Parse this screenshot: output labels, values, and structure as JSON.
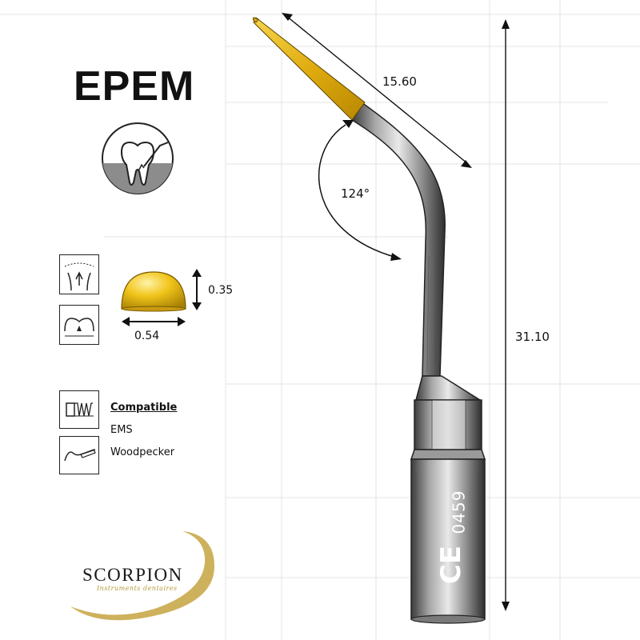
{
  "title": "EPEM",
  "dimensions": {
    "length_tip": "15.60",
    "angle": "124°",
    "total_length": "31.10",
    "tip_height": "0.35",
    "tip_width": "0.54"
  },
  "compatibility": {
    "heading": "Compatible",
    "items": [
      "EMS",
      "Woodpecker"
    ]
  },
  "engraving": {
    "part_number": "0459",
    "mark": "CE"
  },
  "brand": {
    "name": "SCORPION",
    "tagline": "Instruments dentaires"
  },
  "icons": {
    "application": "tooth-root-canal-icon",
    "tip_shape_top": "tip-side-view-icon",
    "tip_shape_bottom": "tip-front-view-icon",
    "thread": "thread-connector-icon",
    "handpiece": "handpiece-icon"
  },
  "colors": {
    "tip_gold": "#e8b818",
    "steel": "#9a9a9a",
    "brand_gold": "#c9a94a"
  }
}
